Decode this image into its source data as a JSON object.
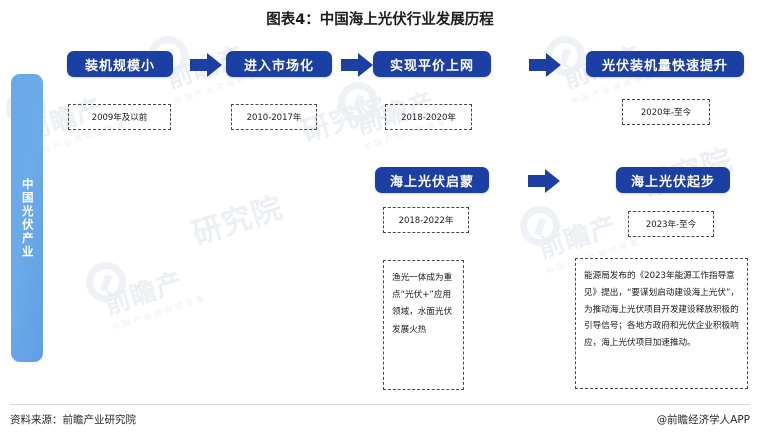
{
  "title": "图表4：中国海上光伏行业发展历程",
  "axis": {
    "label": "中国光伏产业",
    "color": "#69a7e8"
  },
  "colors": {
    "stage_box": "#1b3fa3",
    "arrow": "#1b3fa3",
    "axis_bar": "#69a7e8",
    "dashed_border": "#4a4a4a"
  },
  "row1": {
    "stages": [
      {
        "label": "装机规模小",
        "period": "2009年及以前"
      },
      {
        "label": "进入市场化",
        "period": "2010-2017年"
      },
      {
        "label": "实现平价上网",
        "period": "2018-2020年"
      },
      {
        "label": "光伏装机量快速提升",
        "period": "2020年-至今"
      }
    ]
  },
  "row2": {
    "stages": [
      {
        "label": "海上光伏启蒙",
        "period": "2018-2022年",
        "note": "渔光一体成为重点“光伏+”应用领域，水面光伏发展火热"
      },
      {
        "label": "海上光伏起步",
        "period": "2023年-至今",
        "note": "能源局发布的《2023年能源工作指导意见》提出，“要谋划启动建设海上光伏”，为推动海上光伏项目开发建设释放积极的引导信号；各地方政府和光伏企业积极响应，海上光伏项目加速推动。"
      }
    ]
  },
  "arrows": {
    "icon": "arrow-right-icon",
    "count_row1": 3,
    "count_row2": 1
  },
  "footer": {
    "source": "资料来源：前瞻产业研究院",
    "brand": "@前瞻经济学人APP"
  },
  "watermark": {
    "main": "前瞻产业",
    "sub": "中国产业咨询领导者"
  }
}
